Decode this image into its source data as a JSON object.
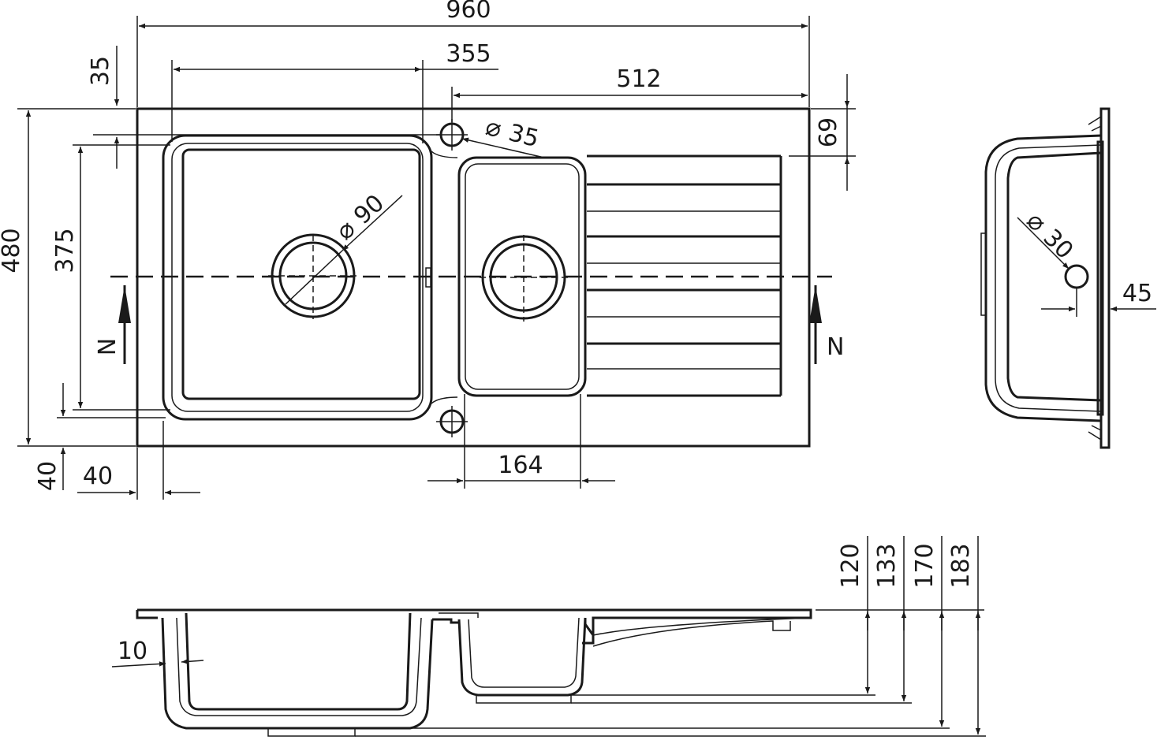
{
  "colors": {
    "line": "#1a1a1a",
    "background": "#ffffff"
  },
  "top_view": {
    "dim_960": "960",
    "dim_355": "355",
    "dim_512": "512",
    "dim_35_top": "35",
    "dim_69": "69",
    "dim_480": "480",
    "dim_375": "375",
    "dim_40_left": "40",
    "dim_40_bottom": "40",
    "dim_164": "164",
    "dia_35": "35",
    "dia_90": "90",
    "section_left": "N",
    "section_right": "N"
  },
  "side_view": {
    "dia_30": "30",
    "dim_45": "45"
  },
  "section_view": {
    "dim_10": "10",
    "dim_120": "120",
    "dim_133": "133",
    "dim_170": "170",
    "dim_183": "183"
  },
  "diameter_symbol": "⌀"
}
